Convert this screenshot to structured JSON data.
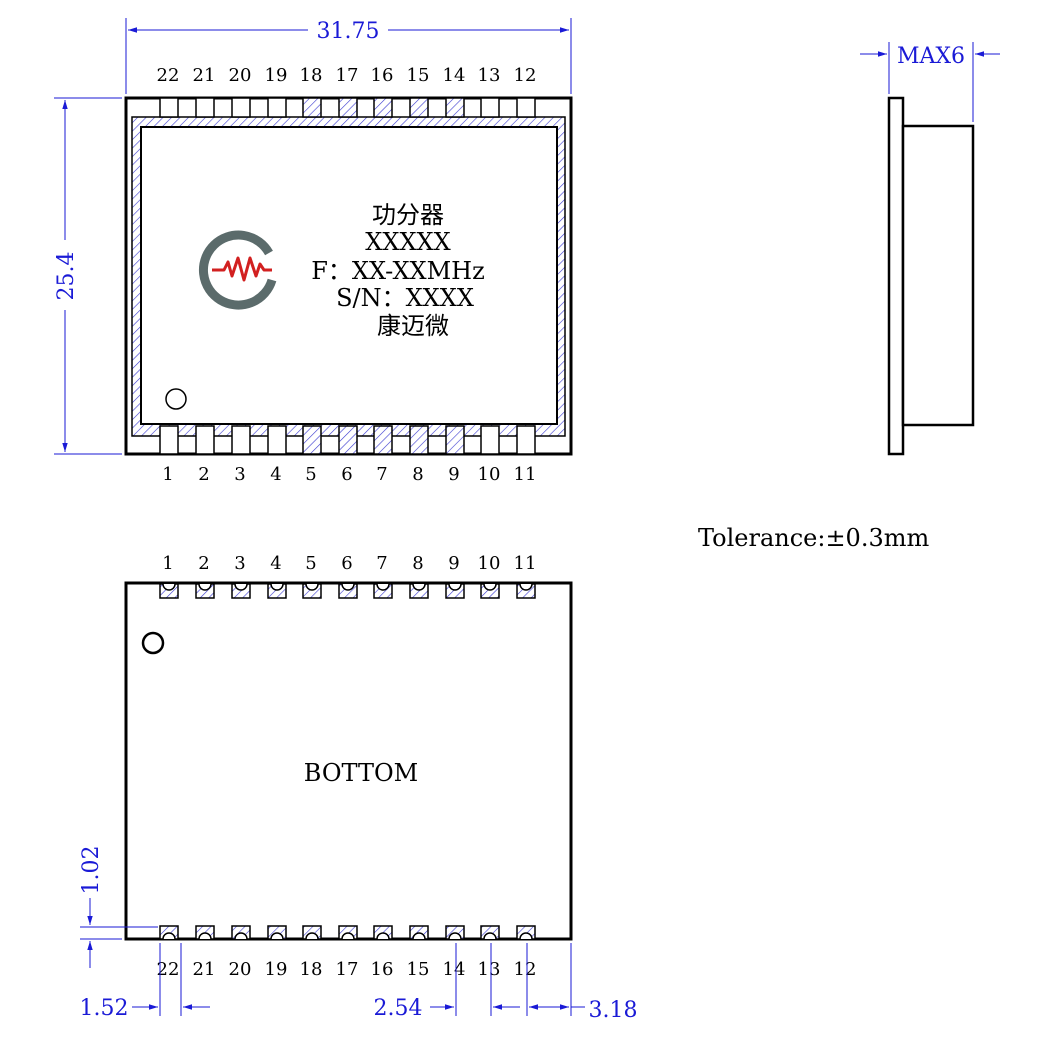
{
  "module": {
    "product": "功分器",
    "model": "XXXXX",
    "frequency": "F：XX-XXMHz",
    "serial": "S/N：XXXX",
    "maker": "康迈微"
  },
  "views": {
    "bottom_label": "BOTTOM",
    "tolerance": "Tolerance:±0.3mm"
  },
  "pins": {
    "top_row_left_to_right": [
      "22",
      "21",
      "20",
      "19",
      "18",
      "17",
      "16",
      "15",
      "14",
      "13",
      "12"
    ],
    "bottom_row_left_to_right": [
      "1",
      "2",
      "3",
      "4",
      "5",
      "6",
      "7",
      "8",
      "9",
      "10",
      "11"
    ]
  },
  "dimensions": {
    "width": "31.75",
    "height": "25.4",
    "max_height": "MAX6",
    "pad_length": "1.02",
    "first_pad_offset": "1.52",
    "pitch": "2.54",
    "edge_offset": "3.18"
  },
  "colors": {
    "outline": "#000000",
    "dimension": "#1a1ad6",
    "hatch": "#3b3bd0",
    "logo_gray": "#5b6b6b",
    "logo_red": "#d22020"
  },
  "icons": {
    "logo": "kmw-logo",
    "pin1_marker": "pin1-circle"
  }
}
